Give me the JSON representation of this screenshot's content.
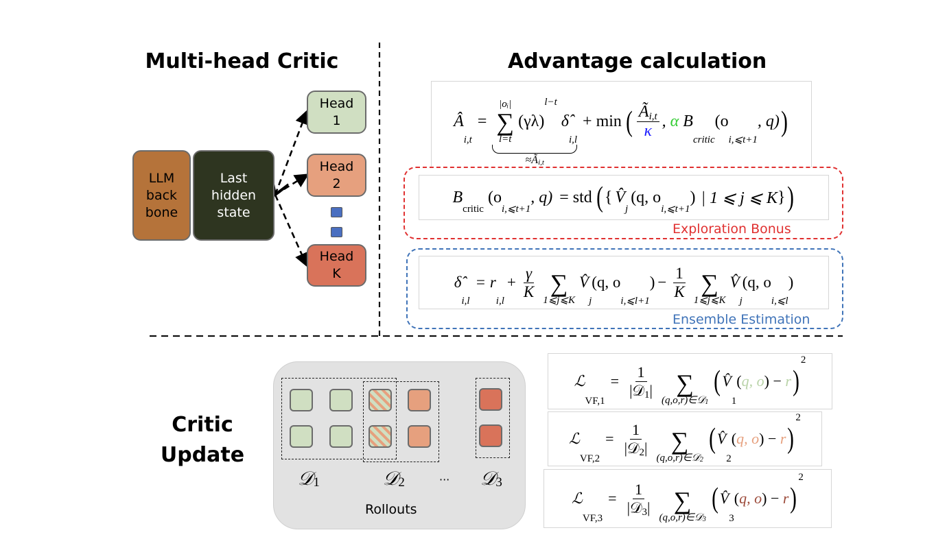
{
  "titles": {
    "left": "Multi-head Critic",
    "right": "Advantage calculation",
    "bottom": "Critic\nUpdate"
  },
  "nodes": {
    "backbone": "LLM\nback\nbone",
    "hidden": "Last\nhidden\nstate",
    "heads": [
      "Head\n1",
      "Head\n2",
      "Head\nK"
    ]
  },
  "colors": {
    "backbone": "#b5733a",
    "hidden": "#2e3520",
    "head1": "#d0dfc2",
    "head2": "#e6a07e",
    "headK": "#d9735a",
    "ellipsis_dots": "#4a6fc0",
    "exploration": "#e03030",
    "ensemble": "#3f73b8",
    "kappa": "#1a1aff",
    "alpha": "#33cc33"
  },
  "advantage": {
    "lhs": "Â",
    "lhs_sub": "i,t",
    "eq": "=",
    "sum_upper": "|oᵢ|",
    "sigma": "∑",
    "sum_lower": "l=t",
    "term": "(γλ)",
    "term_sup": "l−t",
    "delta": "δ̂",
    "delta_sub": "i,l",
    "plus_min": "+ min",
    "open": "(",
    "frac_num": "Ã",
    "frac_num_sub": "i,t",
    "frac_den": "κ",
    "comma": ",",
    "alpha": "α",
    "b": "B",
    "b_sub": "critic",
    "b_args": "(o",
    "b_args_sub": "i,⩽t+1",
    "b_args_end": ", q)",
    "close": ")",
    "underbrace": "≈Ã",
    "underbrace_sub": "i,t"
  },
  "exploration": {
    "b": "B",
    "b_sub": "critic",
    "args": "(o",
    "args_sub": "i,⩽t+1",
    "args_end": ", q)",
    "eq_std": "= std",
    "open": "(",
    "set_open": "{",
    "v": "V̂",
    "v_sub": "j",
    "v_args": "(q, o",
    "v_args_sub": "i,⩽t+1",
    "v_args_end": ")",
    "cond": "| 1 ⩽ j ⩽ K",
    "set_close": "}",
    "close": ")",
    "label": "Exploration Bonus"
  },
  "ensemble": {
    "delta": "δ̂",
    "delta_sub": "i,l",
    "eq_r": "= r",
    "r_sub": "i,l",
    "plus": "+",
    "frac1_num": "γ",
    "frac1_den": "K",
    "sigma": "∑",
    "sum_lower": "1⩽j⩽K",
    "v": "V̂",
    "v_sub": "j",
    "v1_args": "(q, o",
    "v1_args_sub": "i,⩽l+1",
    "paren_close": ")",
    "minus": "−",
    "frac2_num": "1",
    "frac2_den": "K",
    "v2_args": "(q, o",
    "v2_args_sub": "i,⩽l",
    "label": "Ensemble Estimation"
  },
  "losses": [
    {
      "l": "ℒ",
      "l_sub": "VF,1",
      "eq": "=",
      "num": "1",
      "den": "|𝒟",
      "den_sub": "1",
      "den_end": "|",
      "sigma": "∑",
      "lower": "(q,o,r)∈𝒟",
      "lower_sub": "1",
      "open": "(",
      "v": "V̂",
      "v_sub": "1",
      "paren_open": "(",
      "qo": "q, o",
      "paren_close": ")",
      "minus": " − ",
      "r": "r",
      "close": ")",
      "sq": "2",
      "color": "#b9d3a8"
    },
    {
      "l": "ℒ",
      "l_sub": "VF,2",
      "eq": "=",
      "num": "1",
      "den": "|𝒟",
      "den_sub": "2",
      "den_end": "|",
      "sigma": "∑",
      "lower": "(q,o,r)∈𝒟",
      "lower_sub": "2",
      "open": "(",
      "v": "V̂",
      "v_sub": "2",
      "paren_open": "(",
      "qo": "q, o",
      "paren_close": ")",
      "minus": " − ",
      "r": "r",
      "close": ")",
      "sq": "2",
      "color": "#e6a07e"
    },
    {
      "l": "ℒ",
      "l_sub": "VF,3",
      "eq": "=",
      "num": "1",
      "den": "|𝒟",
      "den_sub": "3",
      "den_end": "|",
      "sigma": "∑",
      "lower": "(q,o,r)∈𝒟",
      "lower_sub": "3",
      "open": "(",
      "v": "V̂",
      "v_sub": "3",
      "paren_open": "(",
      "qo": "q, o",
      "paren_close": ")",
      "minus": " − ",
      "r": "r",
      "close": ")",
      "sq": "2",
      "color": "#9c4a3a"
    }
  ],
  "rollouts": {
    "label": "Rollouts",
    "sets": [
      {
        "d": "𝒟",
        "sub": "1"
      },
      {
        "d": "𝒟",
        "sub": "2"
      },
      {
        "d": "𝒟",
        "sub": "3"
      }
    ],
    "ellipsis": "···"
  }
}
